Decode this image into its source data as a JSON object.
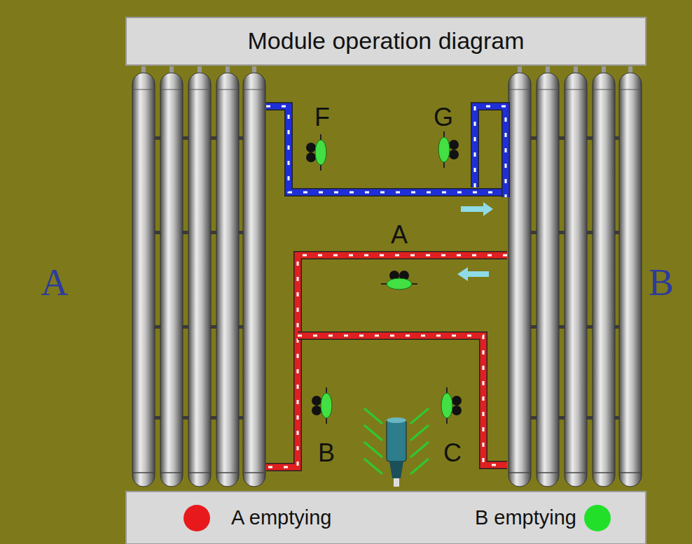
{
  "diagram": {
    "title": "Module operation diagram",
    "labels": [
      "F",
      "G",
      "A",
      "A",
      "B",
      "B",
      "C"
    ],
    "legend": [
      {
        "text": "A emptying",
        "color": "#e8191c"
      },
      {
        "text": "B emptying",
        "color": "#22e02a"
      }
    ]
  }
}
